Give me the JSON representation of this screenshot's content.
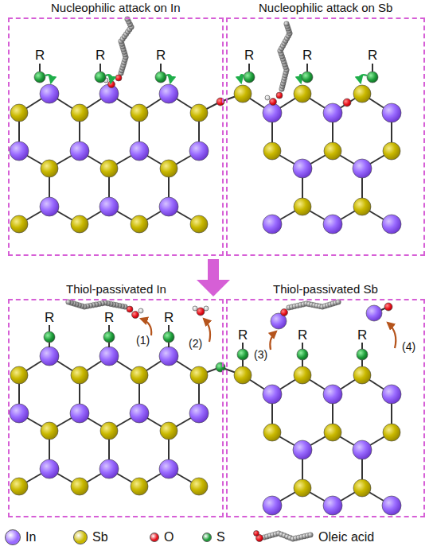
{
  "diagram": {
    "nodes": [
      {
        "text": [
          "Nucleophilic attack on In"
        ]
      },
      {
        "text": [
          "Nucleophilic attack on Sb"
        ]
      },
      {
        "text": [
          "Thiol-passivated In"
        ]
      },
      {
        "text": [
          "Thiol-passivated Sb"
        ]
      }
    ],
    "labels": [
      "R",
      "R",
      "R",
      "R",
      "R",
      "R",
      "R",
      "R",
      "R",
      "(1)",
      "(2)",
      "R",
      "R",
      "R",
      "(3)",
      "(4)"
    ],
    "legend": [
      {
        "text": "In",
        "color": "#9a6bff"
      },
      {
        "text": "Sb",
        "color": "#c9b800"
      },
      {
        "text": "O",
        "color": "#e8101a"
      },
      {
        "text": "S",
        "color": "#1e9e3a"
      },
      {
        "text": "Oleic acid"
      }
    ]
  }
}
